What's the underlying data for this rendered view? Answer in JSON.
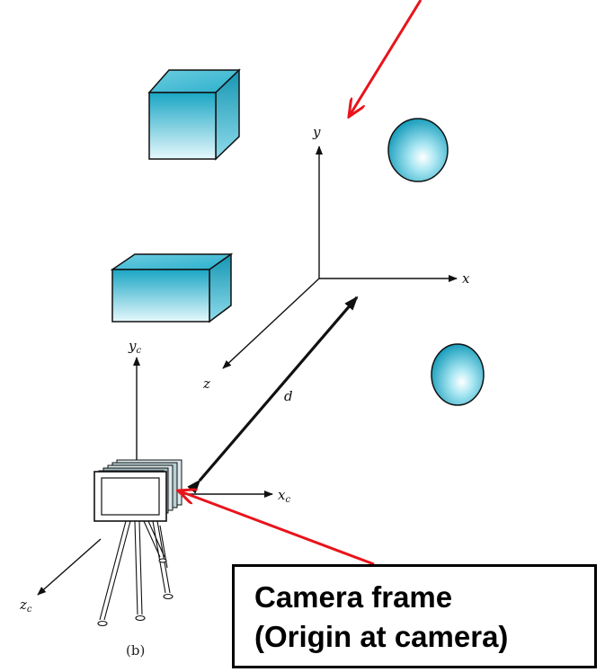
{
  "labels": {
    "world_y": "y",
    "world_x": "x",
    "world_z": "z",
    "distance": "d",
    "cam_y_base": "y",
    "cam_y_sub": "c",
    "cam_x_base": "x",
    "cam_x_sub": "c",
    "cam_z_base": "z",
    "cam_z_sub": "c",
    "figure_caption": "(b)"
  },
  "callout": {
    "line1": "Camera frame",
    "line2": "(Origin at camera)"
  },
  "colors": {
    "pointer_arrow": "#e8141b",
    "object_fill_dark": "#1aa6c4",
    "object_fill_light": "#d8f4fa",
    "outline": "#111111"
  }
}
